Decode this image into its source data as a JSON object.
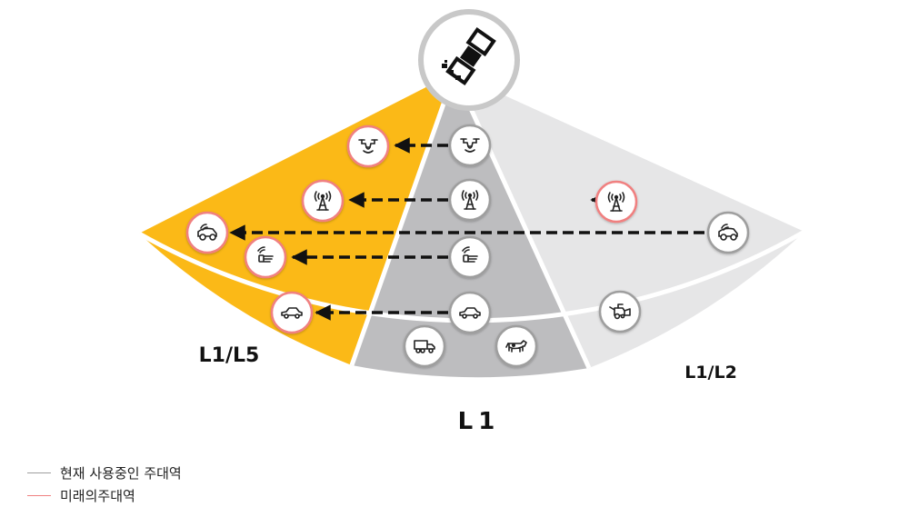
{
  "labels": {
    "l1l5": "L1/L5",
    "l1": "L1",
    "l1l2": "L1/L2"
  },
  "legend": {
    "current": {
      "text": "현재 사용중인 주대역",
      "color": "#9e9e9e"
    },
    "future": {
      "text": "미래의주대역",
      "color": "#f08080"
    }
  },
  "colors": {
    "l1l5_band": "#fbb917",
    "l1_band": "#bdbdbf",
    "l1l2_band": "#e6e6e7",
    "current_ring": "#9e9e9e",
    "future_ring": "#f08080",
    "arrow": "#111111"
  },
  "icons": {
    "satellite": "satellite-icon",
    "drone": "drone-icon",
    "tower": "radio-tower-icon",
    "robot_mower": "robot-mower-icon",
    "wearable": "wearable-hand-icon",
    "car": "car-icon",
    "truck": "truck-icon",
    "cow": "livestock-icon",
    "harvester": "harvester-icon"
  }
}
